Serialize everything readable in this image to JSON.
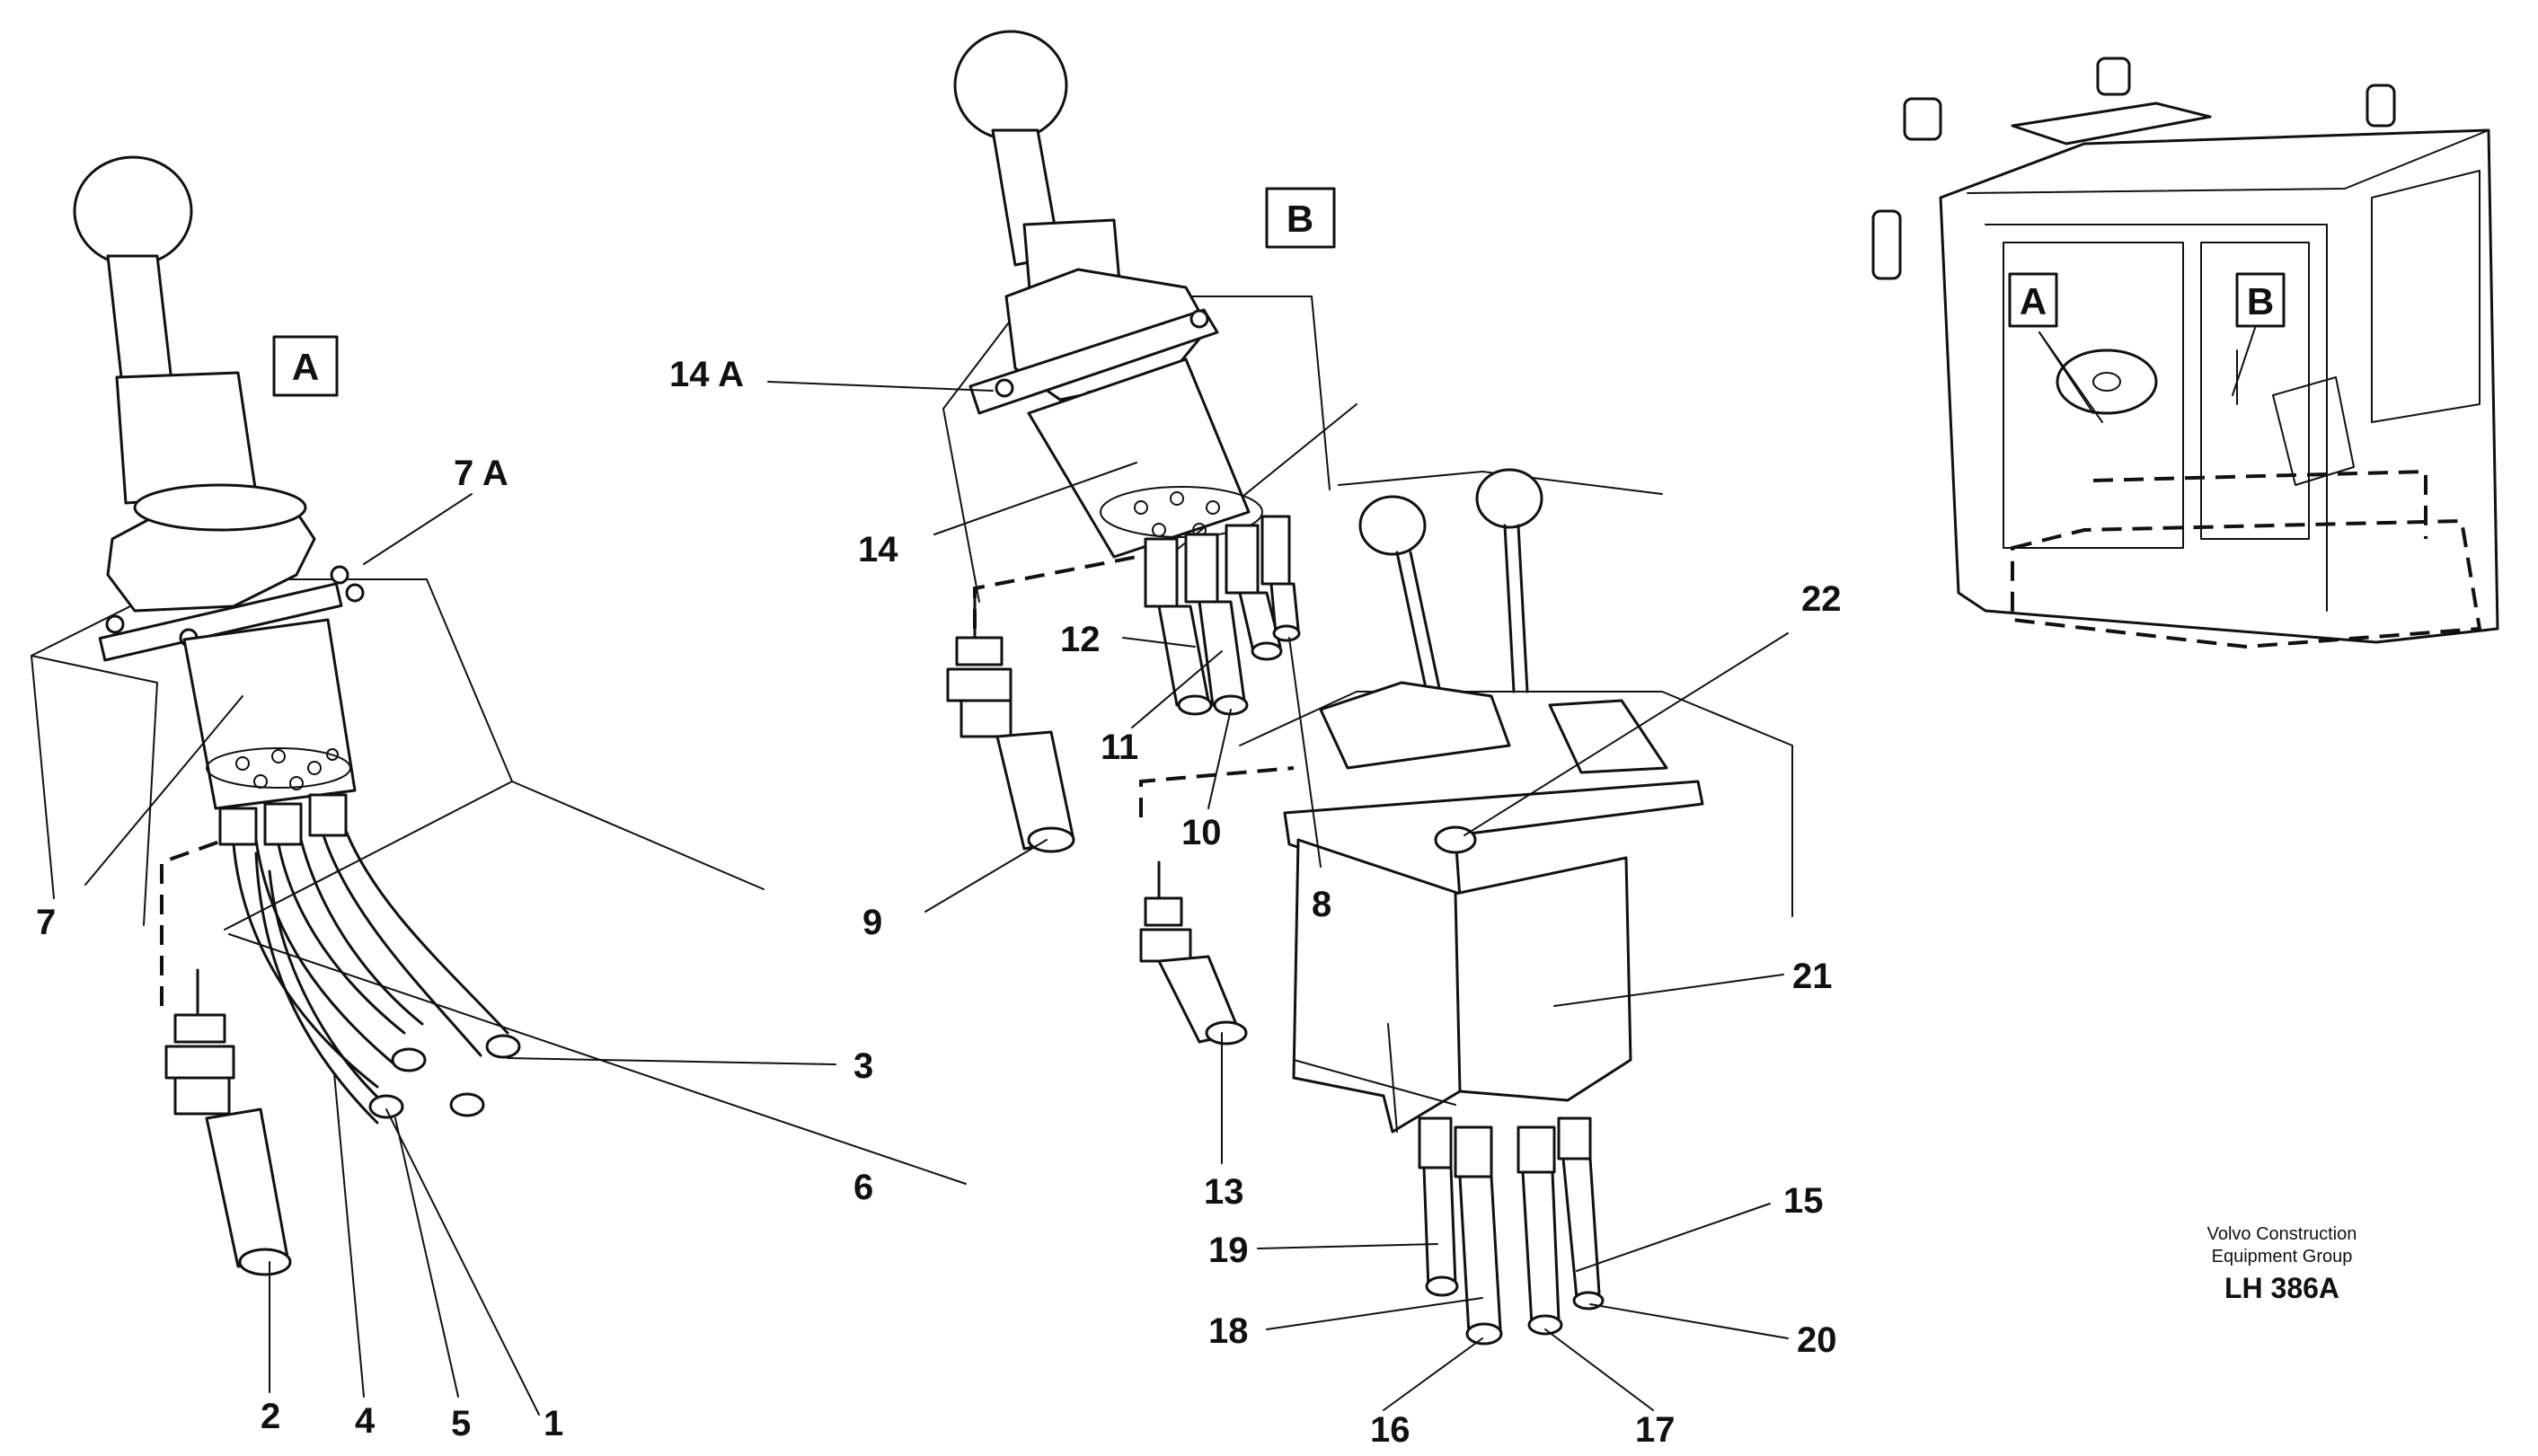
{
  "view_labels": {
    "a": "A",
    "b": "B"
  },
  "cab_labels": {
    "a": "A",
    "b": "B"
  },
  "callouts": {
    "c1": "1",
    "c2": "2",
    "c3": "3",
    "c4": "4",
    "c5": "5",
    "c6": "6",
    "c7": "7",
    "c7a": "7 A",
    "c8": "8",
    "c9": "9",
    "c10": "10",
    "c11": "11",
    "c12": "12",
    "c13": "13",
    "c14": "14",
    "c14a": "14 A",
    "c15": "15",
    "c16": "16",
    "c17": "17",
    "c18": "18",
    "c19": "19",
    "c20": "20",
    "c21": "21",
    "c22": "22"
  },
  "footer": {
    "company_line1": "Volvo Construction",
    "company_line2": "Equipment Group",
    "reference": "LH 386A"
  }
}
